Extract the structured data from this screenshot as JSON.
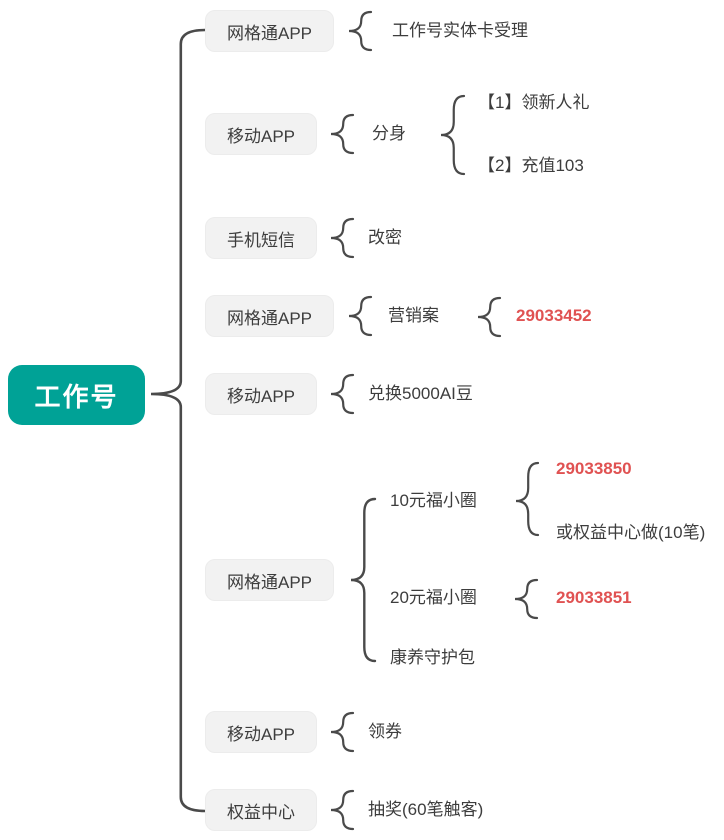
{
  "root": {
    "label": "工作号"
  },
  "branches": [
    {
      "box": "网格通APP",
      "children": [
        {
          "label": "工作号实体卡受理"
        }
      ]
    },
    {
      "box": "移动APP",
      "children": [
        {
          "label": "分身",
          "children": [
            {
              "label": "【1】领新人礼"
            },
            {
              "label": "【2】充值103"
            }
          ]
        }
      ]
    },
    {
      "box": "手机短信",
      "children": [
        {
          "label": "改密"
        }
      ]
    },
    {
      "box": "网格通APP",
      "children": [
        {
          "label": "营销案",
          "children": [
            {
              "label": "29033452",
              "highlight": true
            }
          ]
        }
      ]
    },
    {
      "box": "移动APP",
      "children": [
        {
          "label": "兑换5000AI豆"
        }
      ]
    },
    {
      "box": "网格通APP",
      "children": [
        {
          "label": "10元福小圈",
          "children": [
            {
              "label": "29033850",
              "highlight": true
            },
            {
              "label": "或权益中心做(10笔)"
            }
          ]
        },
        {
          "label": "20元福小圈",
          "children": [
            {
              "label": "29033851",
              "highlight": true
            }
          ]
        },
        {
          "label": "康养守护包"
        }
      ]
    },
    {
      "box": "移动APP",
      "children": [
        {
          "label": "领券"
        }
      ]
    },
    {
      "box": "权益中心",
      "children": [
        {
          "label": "抽奖(60笔触客)"
        }
      ]
    }
  ],
  "colors": {
    "root_bg": "#00a296",
    "node_bg": "#f2f2f2",
    "text": "#3d3d3d",
    "highlight": "#e05252",
    "line": "#4a4a4a"
  }
}
